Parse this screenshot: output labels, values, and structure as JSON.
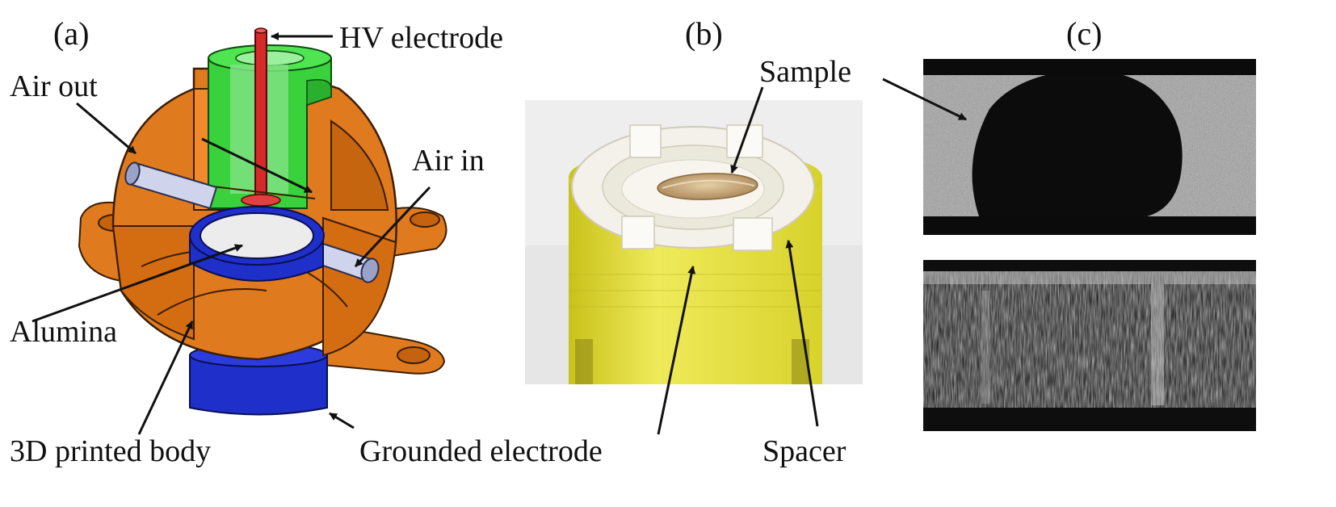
{
  "panels": {
    "a": {
      "letter": "(a)",
      "labels": {
        "hv_electrode": "HV electrode",
        "air_out": "Air out",
        "air_in": "Air in",
        "alumina": "Alumina",
        "body": "3D printed body"
      },
      "colors": {
        "body": "#e07a1f",
        "electrode_holder": "#39d13c",
        "hv_electrode": "#d42a2a",
        "grounded_electrode": "#1f2fc9",
        "alumina": "#ececec",
        "tube": "#cfd4ec"
      }
    },
    "b": {
      "letter": "(b)",
      "labels": {
        "sample": "Sample",
        "grounded_electrode": "Grounded electrode",
        "spacer": "Spacer"
      },
      "colors": {
        "holder": "#e4df3a",
        "spacer": "#f3f1ea",
        "seed": "#c8a678",
        "background": "#e6e6e6"
      }
    },
    "c": {
      "letter": "(c)"
    }
  }
}
